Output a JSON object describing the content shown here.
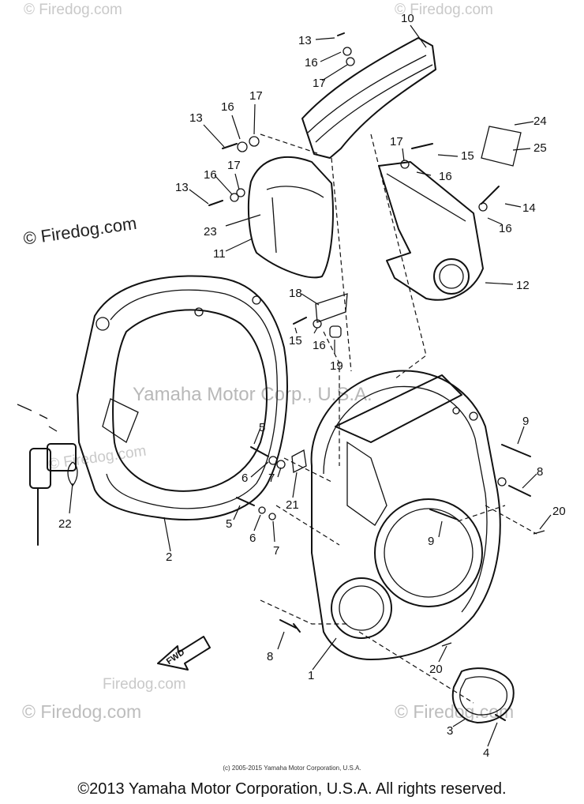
{
  "watermarks": {
    "site": "Firedog.com",
    "site_copyright": "© Firedog.com",
    "center": "Yamaha Motor Corp., U.S.A."
  },
  "fwd_label": "FWD",
  "small_copyright": "(c) 2005-2015 Yamaha Motor Corporation, U.S.A.",
  "footer": "©2013 Yamaha Motor Corporation, U.S.A. All rights reserved.",
  "part_labels": [
    {
      "id": "p13a",
      "text": "13"
    },
    {
      "id": "p10",
      "text": "10"
    },
    {
      "id": "p16a",
      "text": "16"
    },
    {
      "id": "p17a",
      "text": "17"
    },
    {
      "id": "p13b",
      "text": "13"
    },
    {
      "id": "p16b",
      "text": "16"
    },
    {
      "id": "p17b",
      "text": "17"
    },
    {
      "id": "p24",
      "text": "24"
    },
    {
      "id": "p17c",
      "text": "17"
    },
    {
      "id": "p15a",
      "text": "15"
    },
    {
      "id": "p25",
      "text": "25"
    },
    {
      "id": "p16c",
      "text": "16"
    },
    {
      "id": "p13c",
      "text": "13"
    },
    {
      "id": "p16d",
      "text": "16"
    },
    {
      "id": "p17d",
      "text": "17"
    },
    {
      "id": "p14",
      "text": "14"
    },
    {
      "id": "p23",
      "text": "23"
    },
    {
      "id": "p16e",
      "text": "16"
    },
    {
      "id": "p11",
      "text": "11"
    },
    {
      "id": "p12",
      "text": "12"
    },
    {
      "id": "p18",
      "text": "18"
    },
    {
      "id": "p15b",
      "text": "15"
    },
    {
      "id": "p16f",
      "text": "16"
    },
    {
      "id": "p19",
      "text": "19"
    },
    {
      "id": "p5a",
      "text": "5"
    },
    {
      "id": "p9a",
      "text": "9"
    },
    {
      "id": "p6a",
      "text": "6"
    },
    {
      "id": "p7a",
      "text": "7"
    },
    {
      "id": "p8a",
      "text": "8"
    },
    {
      "id": "p21",
      "text": "21"
    },
    {
      "id": "p20a",
      "text": "20"
    },
    {
      "id": "p5b",
      "text": "5"
    },
    {
      "id": "p6b",
      "text": "6"
    },
    {
      "id": "p7b",
      "text": "7"
    },
    {
      "id": "p9b",
      "text": "9"
    },
    {
      "id": "p22",
      "text": "22"
    },
    {
      "id": "p2",
      "text": "2"
    },
    {
      "id": "p8b",
      "text": "8"
    },
    {
      "id": "p1",
      "text": "1"
    },
    {
      "id": "p20b",
      "text": "20"
    },
    {
      "id": "p3",
      "text": "3"
    },
    {
      "id": "p4",
      "text": "4"
    }
  ]
}
